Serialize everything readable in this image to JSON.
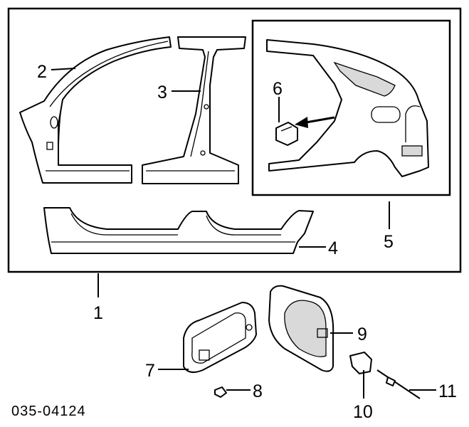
{
  "diagram": {
    "callouts": {
      "c1": "1",
      "c2": "2",
      "c3": "3",
      "c4": "4",
      "c5": "5",
      "c6": "6",
      "c7": "7",
      "c8": "8",
      "c9": "9",
      "c10": "10",
      "c11": "11"
    },
    "diagram_code": "035-04124"
  }
}
